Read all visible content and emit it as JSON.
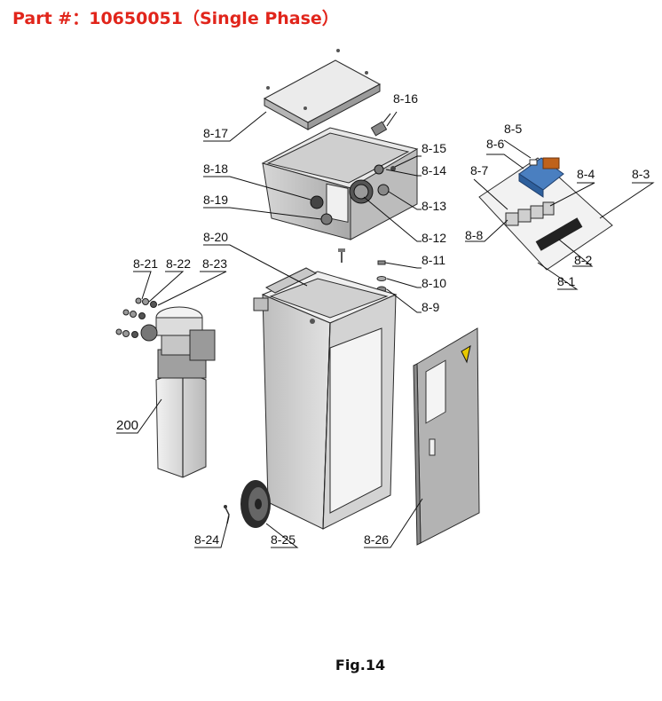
{
  "header": {
    "title": "Part #：10650051（Single Phase）"
  },
  "footer": {
    "figure_label": "Fig.14"
  },
  "callouts": {
    "c8_1": "8-1",
    "c8_2": "8-2",
    "c8_3": "8-3",
    "c8_4": "8-4",
    "c8_5": "8-5",
    "c8_6": "8-6",
    "c8_7": "8-7",
    "c8_8": "8-8",
    "c8_9": "8-9",
    "c8_10": "8-10",
    "c8_11": "8-11",
    "c8_12": "8-12",
    "c8_13": "8-13",
    "c8_14": "8-14",
    "c8_15": "8-15",
    "c8_16": "8-16",
    "c8_17": "8-17",
    "c8_18": "8-18",
    "c8_19": "8-19",
    "c8_20": "8-20",
    "c8_21": "8-21",
    "c8_22": "8-22",
    "c8_23": "8-23",
    "c8_24": "8-24",
    "c8_25": "8-25",
    "c8_26": "8-26",
    "c200": "200"
  },
  "colors": {
    "title": "#e1251b",
    "light_grey": "#e6e6e6",
    "mid_grey": "#c4c4c4",
    "dark_grey": "#8c8c8c",
    "relay_blue": "#4a7fc0",
    "contact_orange": "#c0621a"
  }
}
